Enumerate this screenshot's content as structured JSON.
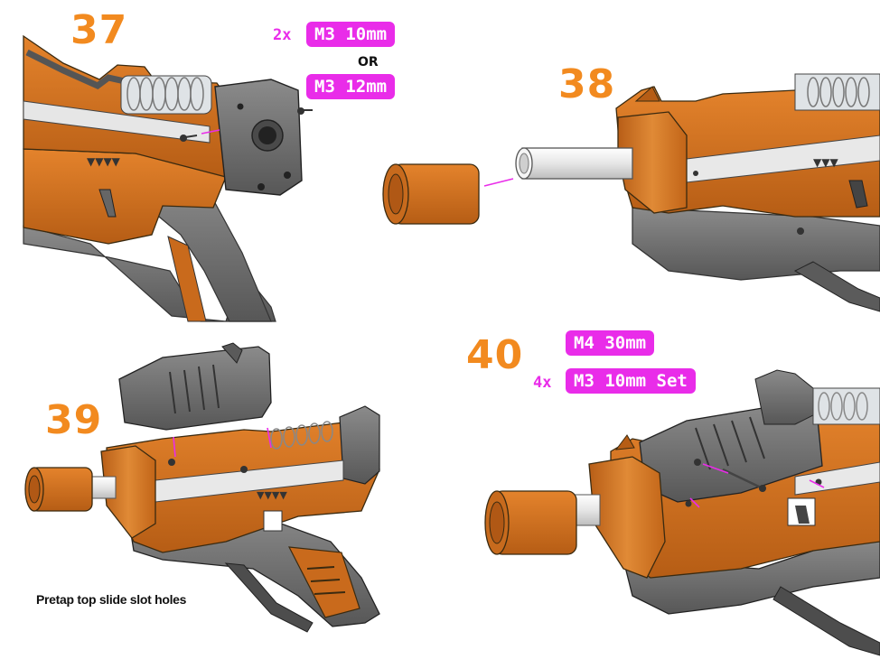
{
  "steps": {
    "s37": {
      "number": "37",
      "qty": "2x",
      "tag_a": "M3 10mm",
      "or": "OR",
      "tag_b": "M3 12mm"
    },
    "s38": {
      "number": "38"
    },
    "s39": {
      "number": "39",
      "note": "Pretap top slide slot holes"
    },
    "s40": {
      "number": "40",
      "tag_a": "M4 30mm",
      "qty": "4x",
      "tag_b": "M3 10mm Set"
    }
  },
  "colors": {
    "accent_orange": "#f28a1f",
    "label_magenta": "#e92ce9",
    "body_orange": "#c86a1c",
    "body_dark": "#8a4a12",
    "grey_part": "#6d6d6d",
    "grey_light": "#a9a9a9",
    "rail_silver": "#d8d8d8",
    "barrel_white": "#eeeeee"
  },
  "icons": [
    "gun-receiver-illustration",
    "screw-icon",
    "barrel-tube",
    "suppressor-cap",
    "spring-coil",
    "top-slide-cover"
  ]
}
